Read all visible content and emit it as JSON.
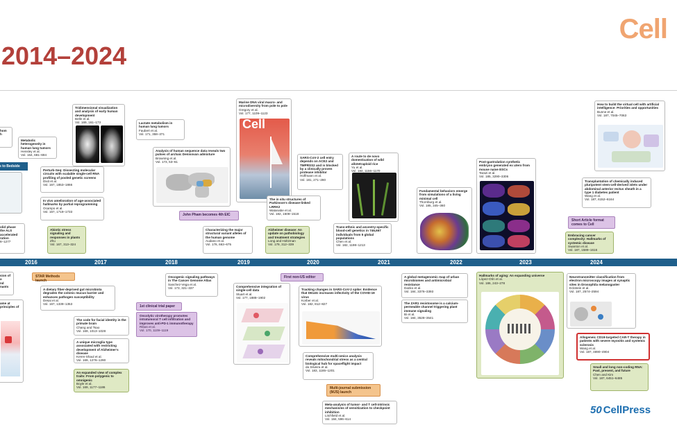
{
  "header": {
    "title": "2014–2024",
    "logo": "Cell"
  },
  "colors": {
    "title": "#b3403a",
    "logo": "#f0a571",
    "axis": "#1f5f8b",
    "tag_purple": "#dcc3e6",
    "tag_orange": "#f4c48c",
    "highlight": "#d03030"
  },
  "timeline": {
    "years": [
      "2016",
      "2017",
      "2018",
      "2019",
      "2020",
      "2021",
      "2022",
      "2023",
      "2024"
    ]
  },
  "boxes": {
    "b01": {
      "t": "Metabolic heterogeneity in human lung tumors",
      "a": "Hensley et al.",
      "r": "Vol. 164, 681–694"
    },
    "b02": {
      "t": "Tridimensional visualization and analysis of early human development",
      "a": "Belle et al.",
      "r": "Vol. 169, 161–173"
    },
    "b03": {
      "t": "Perturb-Seq: Dissecting molecular circuits with scalable single-cell RNA profiling of pooled genetic screens",
      "a": "Dixit et al.",
      "r": "Vol. 167, 1853–1866"
    },
    "b04": {
      "t": "In vivo amelioration of age-associated hallmarks by partial reprogramming",
      "a": "Ocampo et al.",
      "r": "Vol. 167, 1719–1733"
    },
    "b05": {
      "t": "Abiotic stress signaling and responses in plants",
      "a": "Zhu",
      "r": "Vol. 167, 313–324"
    },
    "b06": {
      "t": "Lactate metabolism in human lung tumors",
      "a": "Faubert et al.",
      "r": "Vol. 171, 358–371"
    },
    "b07": {
      "t": "Analysis of human sequence data reveals two pulses of archaic Denisovan admixture",
      "a": "Browning et al.",
      "r": "Vol. 173, 53–61"
    },
    "b08": {
      "t": "Characterizing the major structural variant alleles of the human genome",
      "a": "Audano et al.",
      "r": "Vol. 176, 663–675"
    },
    "b09": {
      "t": "Marine DNA viral macro- and microdiversity from pole to pole",
      "a": "Gregory et al.",
      "r": "Vol. 177, 1109–1123"
    },
    "b10": {
      "t": "SARS-CoV-2 cell entry depends on ACE2 and TMPRSS2 and is blocked by a clinically proven protease inhibitor",
      "a": "Hoffmann et al.",
      "r": "Vol. 181, 271–280"
    },
    "b11": {
      "t": "The in situ structures of Parkinson's disease-linked LRRK2",
      "a": "Watanabe et al.",
      "r": "Vol. 182, 1508–1518"
    },
    "b12": {
      "t": "Alzheimer disease: An update on pathobiology and treatment strategies",
      "a": "Long and Holtzman",
      "r": "Vol. 179, 312–339"
    },
    "b13": {
      "t": "A route to de novo domestication of wild allotetraploid rice",
      "a": "Yu et al.",
      "r": "Vol. 184, 1156–1170"
    },
    "b14": {
      "t": "Trans-ethnic and ancestry-specific blood-cell genetics in 746,667 individuals from 5 global populations",
      "a": "Chen et al.",
      "r": "Vol. 182, 1198–1213"
    },
    "b15": {
      "t": "Fundamental behaviors emerge from simulations of a living minimal cell",
      "a": "Thornburg et al.",
      "r": "Vol. 185, 345–360"
    },
    "b16": {
      "t": "Post-gastrulation synthetic embryos generated ex utero from mouse naive ESCs",
      "a": "Tarazi et al.",
      "r": "Vol. 185, 3290–3306"
    },
    "b17": {
      "t": "How to build the virtual cell with artificial intelligence: Priorities and opportunities",
      "a": "Bunne et al.",
      "r": "Vol. 187, 7045–7063"
    },
    "b18": {
      "t": "Transplantation of chemically induced pluripotent stem-cell-derived islets under abdominal anterior rectus sheath in a type 1 diabetes patient",
      "a": "Wang et al.",
      "r": "Vol. 187, 6152–6164"
    },
    "b19": {
      "t": "Embracing cancer complexity: Hallmarks of systemic disease",
      "a": "Swanton et al.",
      "r": "Vol. 187, 1589–1616"
    },
    "b20": {
      "t": "A dietary fiber-deprived gut microbiota degrades the colonic mucus barrier and enhances pathogen susceptibility",
      "a": "Desai et al.",
      "r": "Vol. 167, 1339–1353"
    },
    "b21": {
      "t": "The code for facial identity in the primate brain",
      "a": "Chang and Tsao",
      "r": "Vol. 169, 1013–1028"
    },
    "b22": {
      "t": "A unique microglia type associated with restricting development of Alzheimer's disease",
      "a": "Keren-Shaul et al.",
      "r": "Vol. 169, 1276–1290"
    },
    "b23": {
      "t": "An expanded view of complex traits: From polygenic to omnigenic",
      "a": "Boyle et al.",
      "r": "Vol. 169, 1177–1186"
    },
    "b24": {
      "t": "Oncogenic signaling pathways in The Cancer Genome Atlas",
      "a": "Sanchez-Vega et al.",
      "r": "Vol. 173, 321–337"
    },
    "b25": {
      "t": "Oncolytic virotherapy promotes intratumoral T cell infiltration and improves anti-PD-1 immunotherapy",
      "a": "Ribas et al.",
      "r": "Vol. 170, 1109–1119"
    },
    "b26": {
      "t": "Comprehensive integration of single-cell data",
      "a": "Stuart et al.",
      "r": "Vol. 177, 1888–1902"
    },
    "b27": {
      "t": "Tracking changes in SARS-CoV-2 spike: Evidence that D614G increases infectivity of the COVID-19 virus",
      "a": "Korber et al.",
      "r": "Vol. 182, 812–827"
    },
    "b28": {
      "t": "Comprehensive multi-omics analysis reveals mitochondrial stress as a central biological hub for spaceflight impact",
      "a": "da Silveira et al.",
      "r": "Vol. 183, 1185–1201"
    },
    "b29": {
      "t": "Meta-analysis of tumor- and T cell-intrinsic mechanisms of sensitization to checkpoint inhibition",
      "a": "Litchfield et al.",
      "r": "Vol. 184, 596–614"
    },
    "b30": {
      "t": "A global metagenomic map of urban microbiomes and antimicrobial resistance",
      "a": "Danko et al.",
      "r": "Vol. 184, 3376–3393"
    },
    "b31": {
      "t": "The ZAR1 resistosome is a calcium-permeable channel triggering plant immune signaling",
      "a": "Bi et al.",
      "r": "Vol. 184, 3528–3541"
    },
    "b32": {
      "t": "Hallmarks of aging: An expanding universe",
      "a": "López-Otín et al.",
      "r": "Vol. 186, 243–278"
    },
    "b33": {
      "t": "Neurotransmitter classification from electron microscopy images at synaptic sites in Drosophila melanogaster",
      "a": "Eckstein et al.",
      "r": "Vol. 187, 2574–2594"
    },
    "b34": {
      "t": "Allogeneic CD19-targeted CAR-T therapy in patients with severe myositis and systemic sclerosis",
      "a": "Wang et al.",
      "r": "Vol. 187, 4890–4904"
    },
    "b35": {
      "t": "Small and long non-coding RNA: Past, present, and future",
      "a": "Chen and Kim",
      "r": "Vol. 187, 6451–6485"
    }
  },
  "tags": {
    "star_methods": "STAR Methods launch",
    "first_clinical": "1st clinical trial paper",
    "john_pham": "John Pham becomes 4th EIC",
    "first_non_us": "First non-US editor",
    "mjs": "Multi-journal submission (MJS) launch",
    "short_article": "Short Article format comes to Cell"
  },
  "partial": {
    "p1": "hom",
    "p2": "h",
    "p3": "s to Bedside",
    "p4": "olid phase",
    "p5": "the ALS",
    "p6": "accelerated",
    "p7": "ration",
    "p8": "6–1277",
    "p9": "sion of a",
    "p10": "nd",
    "p11": "nants",
    "p12": "ame at",
    "p13": "principles of"
  },
  "footer": {
    "brand": "CellPress",
    "badge": "50"
  }
}
